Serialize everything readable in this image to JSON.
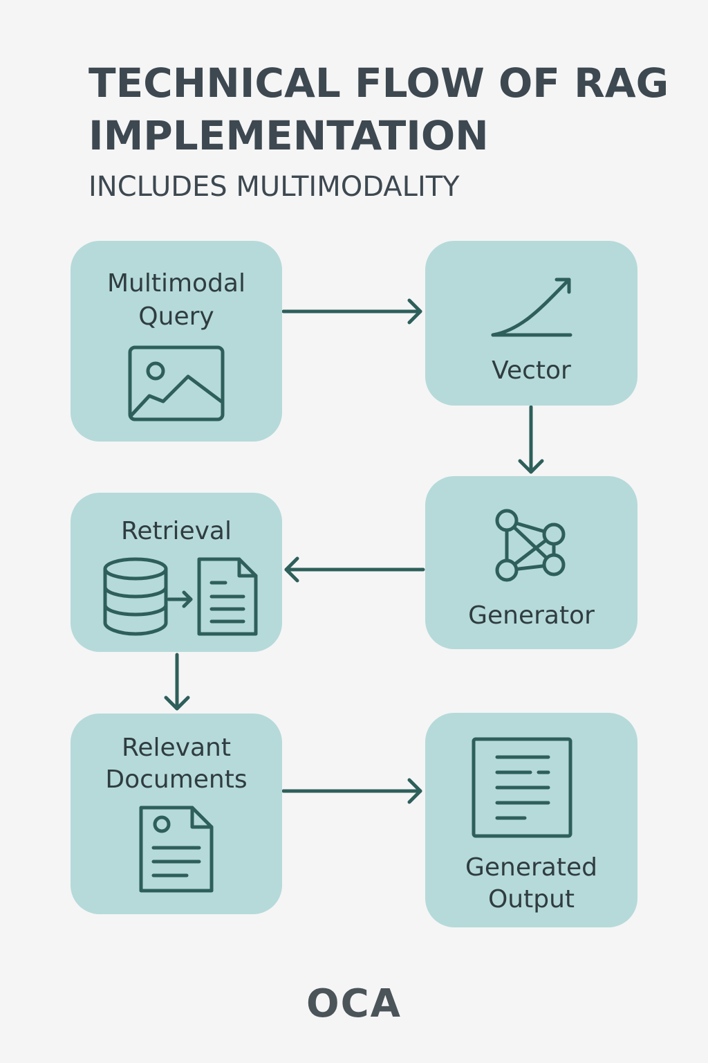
{
  "title": "TECHNICAL FLOW OF RAG IMPLEMENTATION",
  "subtitle": "INCLUDES MULTIMODALITY",
  "colors": {
    "background": "#f5f5f5",
    "node_fill": "#b5dad9",
    "stroke": "#2e5f5a",
    "text": "#3d4850"
  },
  "nodes": {
    "multimodal_query": {
      "label_line1": "Multimodal",
      "label_line2": "Query",
      "icon": "image-icon"
    },
    "vector": {
      "label": "Vector",
      "icon": "curve-arrow-icon"
    },
    "generator": {
      "label": "Generator",
      "icon": "network-icon"
    },
    "retrieval": {
      "label": "Retrieval",
      "icon": "database-to-document-icon"
    },
    "relevant_documents": {
      "label_line1": "Relevant",
      "label_line2": "Documents",
      "icon": "document-icon"
    },
    "generated_output": {
      "label_line1": "Generated",
      "label_line2": "Output",
      "icon": "text-output-icon"
    }
  },
  "footer": {
    "logo": "OCA"
  }
}
